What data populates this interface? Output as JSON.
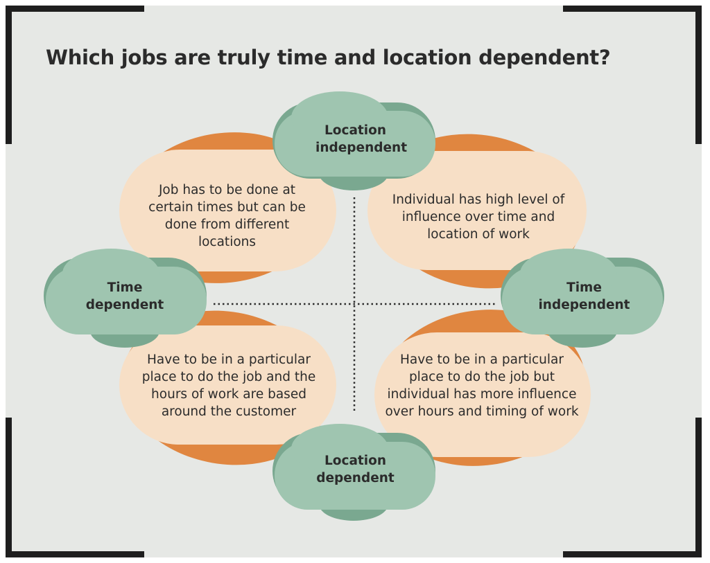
{
  "title": "Which jobs are truly time and location dependent?",
  "axes": {
    "top": "Location independent",
    "bottom": "Location dependent",
    "left": "Time dependent",
    "right": "Time independent"
  },
  "quadrants": {
    "top_left": "Job has to be done at certain times but can be done from different locations",
    "top_right": "Individual has high level of influence over time and location of work",
    "bottom_left": "Have to be in a particular place to do the job and the hours of work are based around the customer",
    "bottom_right": "Have to be in a particular place to do the job but individual has more influence over hours and timing of work"
  },
  "colors": {
    "background": "#e6e8e5",
    "peach": "#f7dfc6",
    "orange": "#e08640",
    "green_light": "#9fc5b0",
    "green_dark": "#7aa890",
    "frame": "#1e1e1e"
  }
}
